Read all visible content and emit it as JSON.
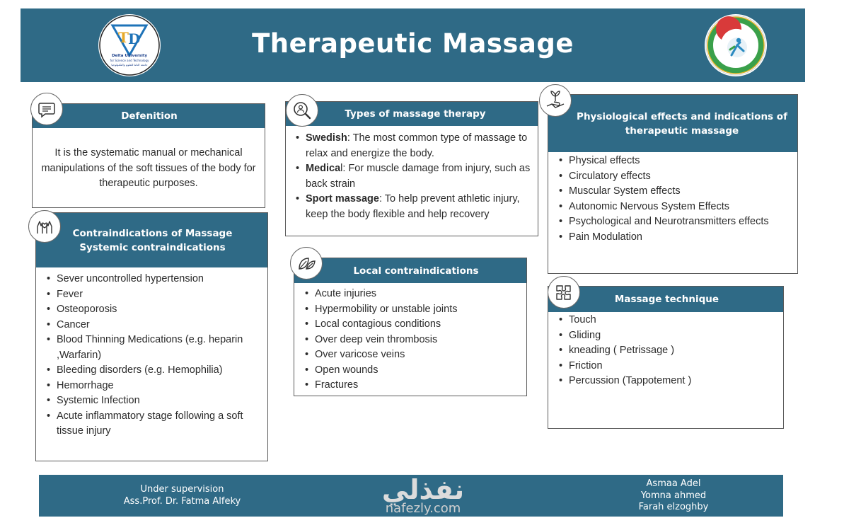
{
  "header": {
    "title": "Therapeutic Massage",
    "left_logo": {
      "icon": "delta-university-logo",
      "lines": [
        "Delta University",
        "for Science and Technology",
        "جامعة الدلتا للعلوم والتكنولوجيا"
      ]
    },
    "right_logo": {
      "icon": "physical-therapy-faculty-seal"
    }
  },
  "definition": {
    "title": "Defenition",
    "icon": "chat-icon",
    "text": "It is the systematic manual or mechanical manipulations of the soft tissues of the body for therapeutic purposes."
  },
  "types": {
    "title": "Types of massage therapy",
    "icon": "magnifier-person-icon",
    "items": [
      {
        "term": "Swedish",
        "sep": ": ",
        "text": "The most common type of massage to relax and energize the body."
      },
      {
        "term": " Medica",
        "sep": "l: ",
        "text": "For muscle damage from injury, such as back strain"
      },
      {
        "term": "Sport massage",
        "sep": ": ",
        "text": "To help prevent athletic injury, keep the body flexible and help recovery"
      }
    ]
  },
  "physiological": {
    "title": "Physiological effects and indications of therapeutic massage",
    "icon": "hand-plant-icon",
    "items": [
      "Physical effects",
      "Circulatory effects",
      "Muscular System effects",
      "Autonomic Nervous System Effects",
      "Psychological and Neurotransmitters effects",
      "Pain Modulation"
    ]
  },
  "contraindications": {
    "title_line1": "Contraindications of Massage",
    "title_line2": "Systemic contraindications",
    "icon": "hands-icon",
    "items": [
      "Sever uncontrolled hypertension",
      "Fever",
      "Osteoporosis",
      "Cancer",
      "Blood Thinning Medications (e.g. heparin ,Warfarin)",
      "Bleeding disorders (e.g. Hemophilia)",
      "Hemorrhage",
      "Systemic Infection",
      "Acute inflammatory stage following a soft tissue injury"
    ]
  },
  "local": {
    "title": "Local contraindications",
    "icon": "leaf-icon",
    "items": [
      "Acute injuries",
      "Hypermobility or unstable joints",
      "Local contagious conditions",
      "Over deep vein thrombosis",
      "Over varicose veins",
      "Open wounds",
      "Fractures"
    ]
  },
  "technique": {
    "title": "Massage technique",
    "icon": "puzzle-icon",
    "items": [
      "Touch",
      "Gliding",
      "kneading ( Petrissage )",
      "Friction",
      "Percussion (Tappotement )"
    ]
  },
  "footer": {
    "supervision_line1": "Under supervision",
    "supervision_line2": "Ass.Prof. Dr. Fatma Alfeky",
    "authors": [
      "Asmaa Adel",
      "Yomna ahmed",
      "Farah elzoghby"
    ]
  },
  "watermark": {
    "arabic": "نفذلي",
    "latin": "nafezly.com"
  },
  "colors": {
    "band": "#2f6a86",
    "border": "#5a5a5a",
    "text": "#2b2b2b"
  }
}
